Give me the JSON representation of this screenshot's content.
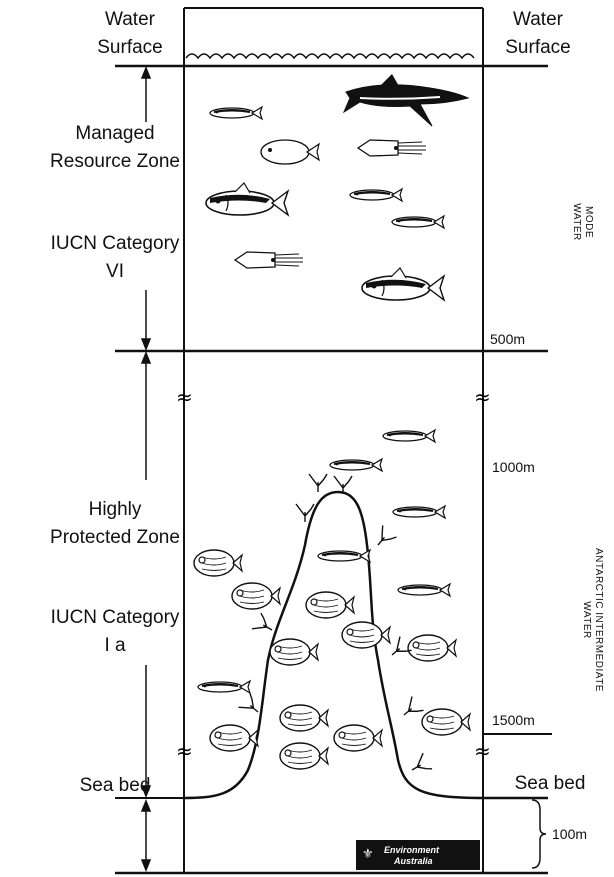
{
  "labels": {
    "water_surface_left": "Water Surface",
    "water_surface_right": "Water Surface",
    "managed_zone": "Managed Resource Zone",
    "managed_iucn": "IUCN Category VI",
    "protected_zone": "Highly Protected Zone",
    "protected_iucn": "IUCN Category I a",
    "sea_bed_left": "Sea bed",
    "sea_bed_right": "Sea bed",
    "depth_500": "500m",
    "depth_1000": "1000m",
    "depth_1500": "1500m",
    "depth_100": "100m",
    "mode_water": "MODE WATER",
    "antarctic_water": "ANTARCTIC INTERMEDIATE WATER",
    "logo_line1": "Environment",
    "logo_line2": "Australia"
  },
  "icons": [
    "fish-icon",
    "shark-icon",
    "squid-icon",
    "orange-roughy-icon",
    "coral-icon",
    "australian-crest-icon"
  ]
}
